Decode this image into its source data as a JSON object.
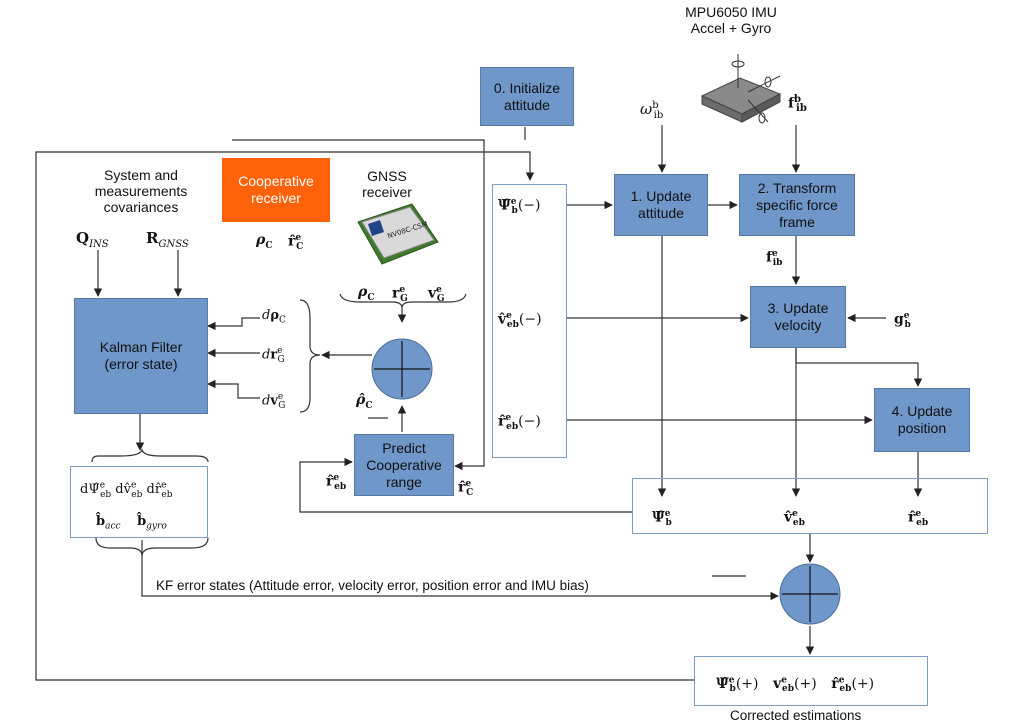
{
  "imu": {
    "title_line1": "MPU6050 IMU",
    "title_line2": "Accel + Gyro",
    "gyro_symbol": "ω",
    "gyro_sup": "b",
    "gyro_sub": "ib",
    "force_symbol": "f",
    "force_sup": "b",
    "force_sub": "ib"
  },
  "blocks": {
    "initialize": "0. Initialize attitude",
    "update_attitude": "1. Update attitude",
    "transform": "2. Transform specific force frame",
    "update_velocity": "3. Update velocity",
    "update_position": "4. Update position",
    "kalman": "Kalman Filter (error state)",
    "predict": "Predict Cooperative range",
    "cooperative_receiver": "Cooperative receiver"
  },
  "labels": {
    "covariances": "System and measurements covariances",
    "q_ins": "Q",
    "q_ins_sub": "INS",
    "r_gnss": "R",
    "r_gnss_sub": "GNSS",
    "gnss_receiver": "GNSS receiver",
    "gnss_chip": "NV08C-CSM",
    "rho_c": "ρ",
    "rho_c_sub": "C",
    "r_c": "r̂",
    "r_c_sup": "e",
    "r_c_sub": "C",
    "rho_c2": "ρ",
    "r_g": "r",
    "v_g": "v",
    "d_rho": "dρ",
    "d_r": "dr",
    "d_v": "dv",
    "rho_hat": "ρ̂",
    "psi_minus": "Ψ̂",
    "psi_minus_tail": "(−)",
    "v_minus": "v̂",
    "v_minus_tail": "(−)",
    "r_minus": "r̂",
    "r_minus_tail": "(−)",
    "f_eib": "f",
    "g_eb": "g",
    "psi_out": "Ψ̂",
    "v_out": "v̂",
    "r_out": "r̂",
    "r_eb_predict": "r̂",
    "r_c_predict": "r̂",
    "err_d_psi": "dΨ̂",
    "err_d_v": "dv̂",
    "err_d_r": "dr̂",
    "b_acc": "b̂",
    "b_acc_sub": "acc",
    "b_gyro": "b̂",
    "b_gyro_sub": "gyro",
    "kf_states": "KF error states (Attitude error, velocity error, position error and IMU bias)",
    "corrected": "Corrected estimations",
    "psi_plus": "Ψ̂",
    "v_plus": "v",
    "r_plus": "r̂",
    "plus_tail": "(+)",
    "sup_e": "e",
    "sup_b": "b",
    "sub_eb": "eb",
    "sub_ib": "ib",
    "sub_G": "G",
    "sub_b": "b"
  },
  "colors": {
    "block_blue": "#6f97c9",
    "orange": "#ff6208",
    "line": "#333333",
    "outline": "#7f9cc4"
  }
}
